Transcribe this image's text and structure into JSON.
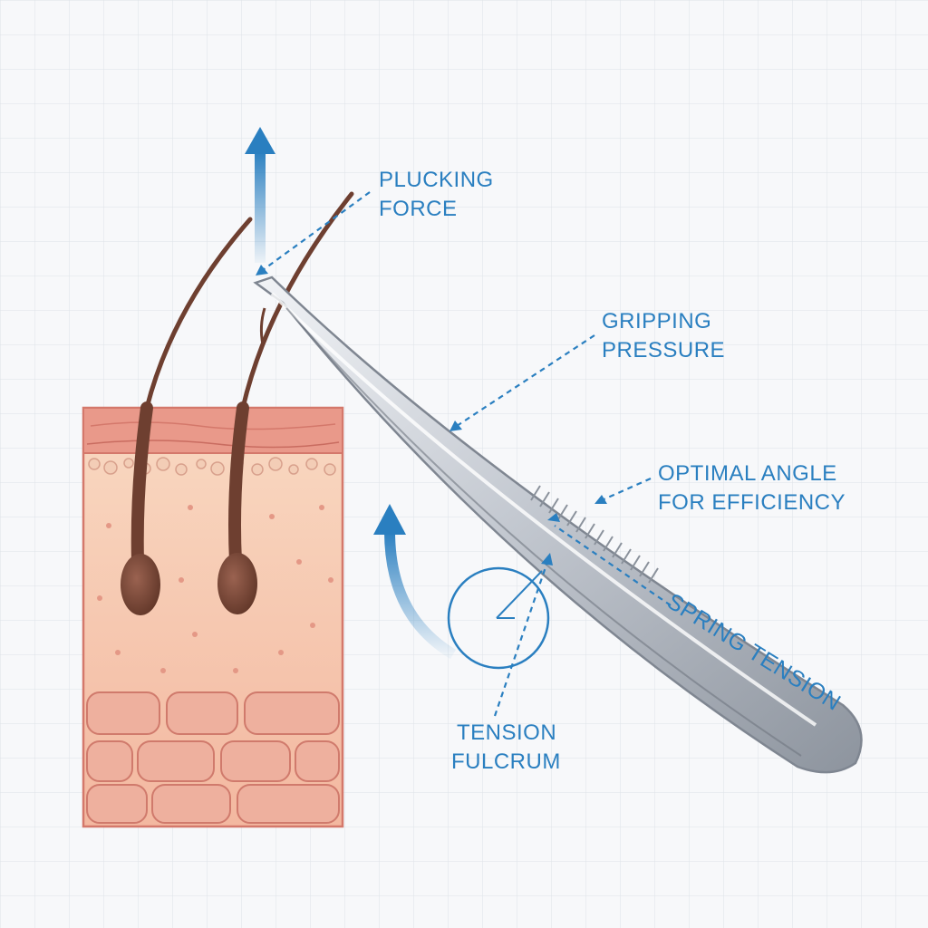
{
  "labels": {
    "plucking_force": [
      "PLUCKING",
      "FORCE"
    ],
    "gripping_pressure": [
      "GRIPPING",
      "PRESSURE"
    ],
    "optimal_angle": [
      "OPTIMAL ANGLE",
      "FOR EFFICIENCY"
    ],
    "spring_tension": "SPRING TENSION",
    "tension_fulcrum": [
      "TENSION",
      "FULCRUM"
    ]
  },
  "colors": {
    "accent": "#2a7fc0",
    "skin": "#e89a8a",
    "skin_light": "#f6cdb5",
    "hair": "#6e3f30",
    "metal": "#c9ced5"
  }
}
